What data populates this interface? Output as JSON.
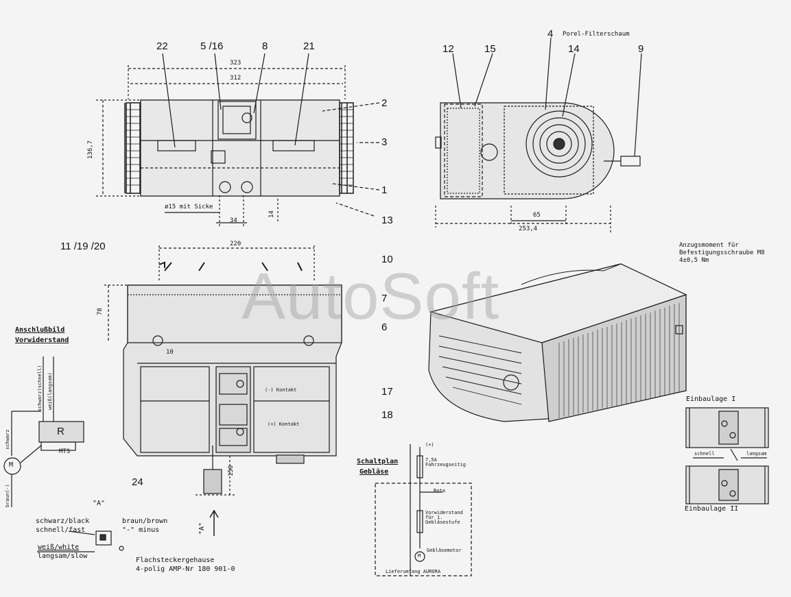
{
  "watermark": "AutoSoft",
  "top_view": {
    "callouts": [
      "22",
      "5 /16",
      "8",
      "21",
      "2",
      "3",
      "1",
      "13"
    ],
    "dims": {
      "overall": "323",
      "inner": "312",
      "height": "136,7",
      "hole": "ø15 mit Sicke",
      "offset": "34",
      "depth": "14"
    }
  },
  "side_view": {
    "callouts": [
      "4",
      "12",
      "15",
      "14",
      "9"
    ],
    "filter_label": "Porel-Filterschaum",
    "dims": {
      "a": "65",
      "b": "253,4"
    }
  },
  "front_view": {
    "callouts": [
      "11 /19 /20",
      "10",
      "7",
      "6",
      "17",
      "18",
      "24"
    ],
    "dims": {
      "width": "220",
      "height": "78",
      "left": "10",
      "lower": "150"
    },
    "contact_minus": "(-) Kontakt",
    "contact_plus": "(+) Kontakt"
  },
  "torque_note": [
    "Anzugsmoment für",
    "Befestigungsschraube M8",
    "4±0,5 Nm"
  ],
  "wiring": {
    "title_line1": "Anschlußbild",
    "title_line2": "Vorwiderstand",
    "wire_labels": [
      "schwarz(schnell)",
      "weiß(langsam)",
      "schwarz",
      "braun(-)"
    ],
    "resistor": "R",
    "mts": "MTS",
    "motor": "M"
  },
  "connector": {
    "view_label": "\"A\"",
    "arrow_label": "\"A\"",
    "black": "schwarz/black",
    "fast": "schnell/fast",
    "brown": "braun/brown",
    "minus": "\"-\" minus",
    "white": "weiß/white",
    "slow": "langsam/slow",
    "housing": "Flachsteckergehause",
    "part": "4-polig   AMP-Nr  180 901-0"
  },
  "schematic": {
    "title_line1": "Schaltplan",
    "title_line2": "Gebläse",
    "labels": [
      "(+)",
      "7,5A Fahrzeugseitig",
      "Rota",
      "Vorwiderstand für 1. Gebläsestufe",
      "Gebläsemotor",
      "Lieferumfang AURORA"
    ],
    "motor": "M"
  },
  "install": {
    "pos1": "Einbaulage I",
    "pos2": "Einbaulage II",
    "fast_left": "schnell",
    "slow_right": "langsam"
  }
}
